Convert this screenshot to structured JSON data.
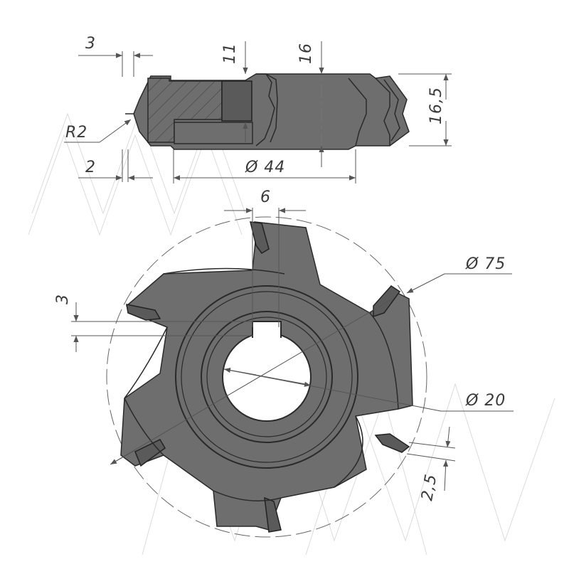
{
  "drawing": {
    "dimensions": {
      "chamfer_width": "3",
      "slot_depth": "11",
      "center_height": "16",
      "total_height": "16,5",
      "radius": "R2",
      "offset": "2",
      "hub_diameter": "Ø 44",
      "tip_width": "6",
      "cutter_diameter": "Ø 75",
      "bore_diameter": "Ø 20",
      "keyway_depth": "3",
      "tooth_thickness": "2,5"
    },
    "watermark_text": "MMM",
    "colors": {
      "body": "#6e6e6e",
      "outline": "#2a2a2a",
      "dimension": "#555555"
    }
  }
}
